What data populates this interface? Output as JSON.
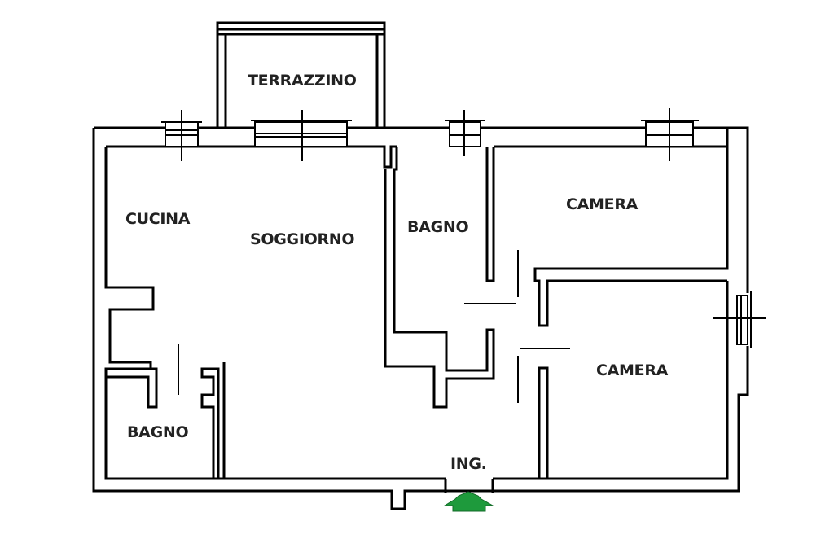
{
  "rooms": {
    "terrazzino": "TERRAZZINO",
    "cucina": "CUCINA",
    "soggiorno": "SOGGIORNO",
    "bagno_center": "BAGNO",
    "camera_top": "CAMERA",
    "camera_bottom": "CAMERA",
    "bagno_left": "BAGNO",
    "ingresso": "ING."
  },
  "colors": {
    "wall": "#000000",
    "entrance_arrow": "#1e9a3c",
    "text": "#222222"
  },
  "icons": {
    "entrance": "green-arrow-up-icon"
  }
}
